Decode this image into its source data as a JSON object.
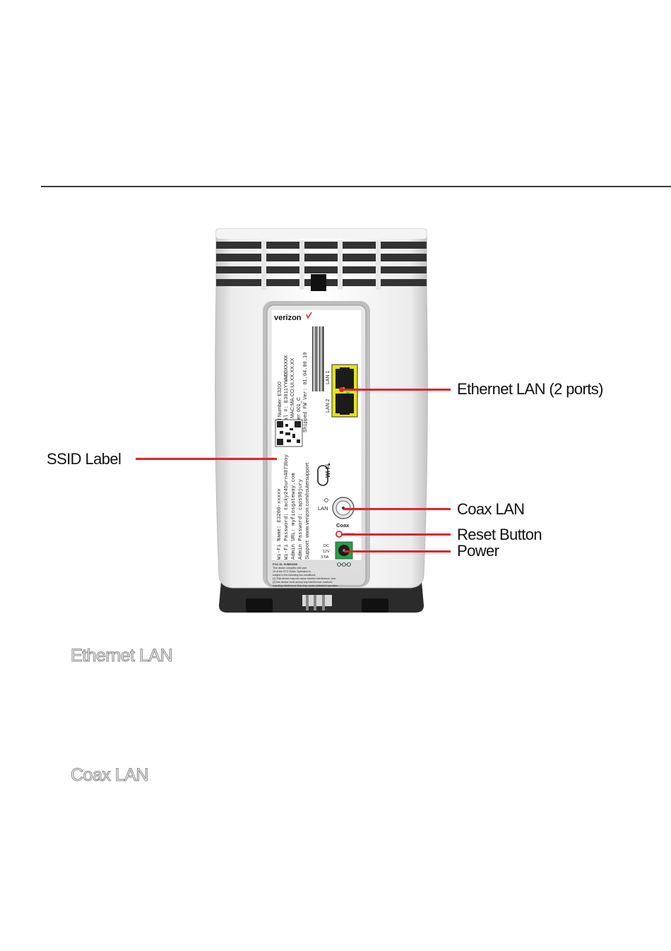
{
  "callouts": {
    "ethernet": "Ethernet LAN (2 ports)",
    "ssid": "SSID Label",
    "coax": "Coax LAN",
    "reset": "Reset Button",
    "power": "Power"
  },
  "sections": {
    "ethernet_heading": "Ethernet LAN",
    "coax_heading": "Coax LAN"
  },
  "device": {
    "brand": "verizon",
    "label_lines": [
      "Model Number: E3200",
      "Serial #: E3011YYWWDDXXXXX",
      "LAN1 MAC:MA.CO.UI.XX.XX.XX",
      "HW Ver: 001_C",
      "Shipped FW Ver: 01.04.00.10"
    ],
    "wifi_lines": [
      "Wi-Fi Name:  E3200-xxxxx",
      "Wi-Fi Password:  tacky245urn4873boy",
      "Admin URL:  myfiosgateway.com",
      "Admin Password:  caps98jury",
      "Support: www.verizon.com/routersupport"
    ],
    "port_lan1": "LAN 1",
    "port_lan2": "LAN 2",
    "coax_port_left": "LAN",
    "coax_port_below": "Coax",
    "power_spec_lines": [
      "DC",
      "12V",
      "3.5A"
    ],
    "fcc_lines": [
      "FCC ID: 9VBE3200",
      "This device complies with part",
      "15 of the FCC Rules. Operation is",
      "subject to the following two conditions:",
      "(1) This device may not cause harmful interference, and",
      "(2) this device must accept any interference received,",
      "including interference that may cause undesired operation."
    ],
    "wifi_logo": "Wi Fi"
  },
  "colors": {
    "accent_red": "#e3232c",
    "port_yellow": "#e6e21d",
    "power_green": "#2a9c4a",
    "heading_outline": "#8c8c8c"
  }
}
